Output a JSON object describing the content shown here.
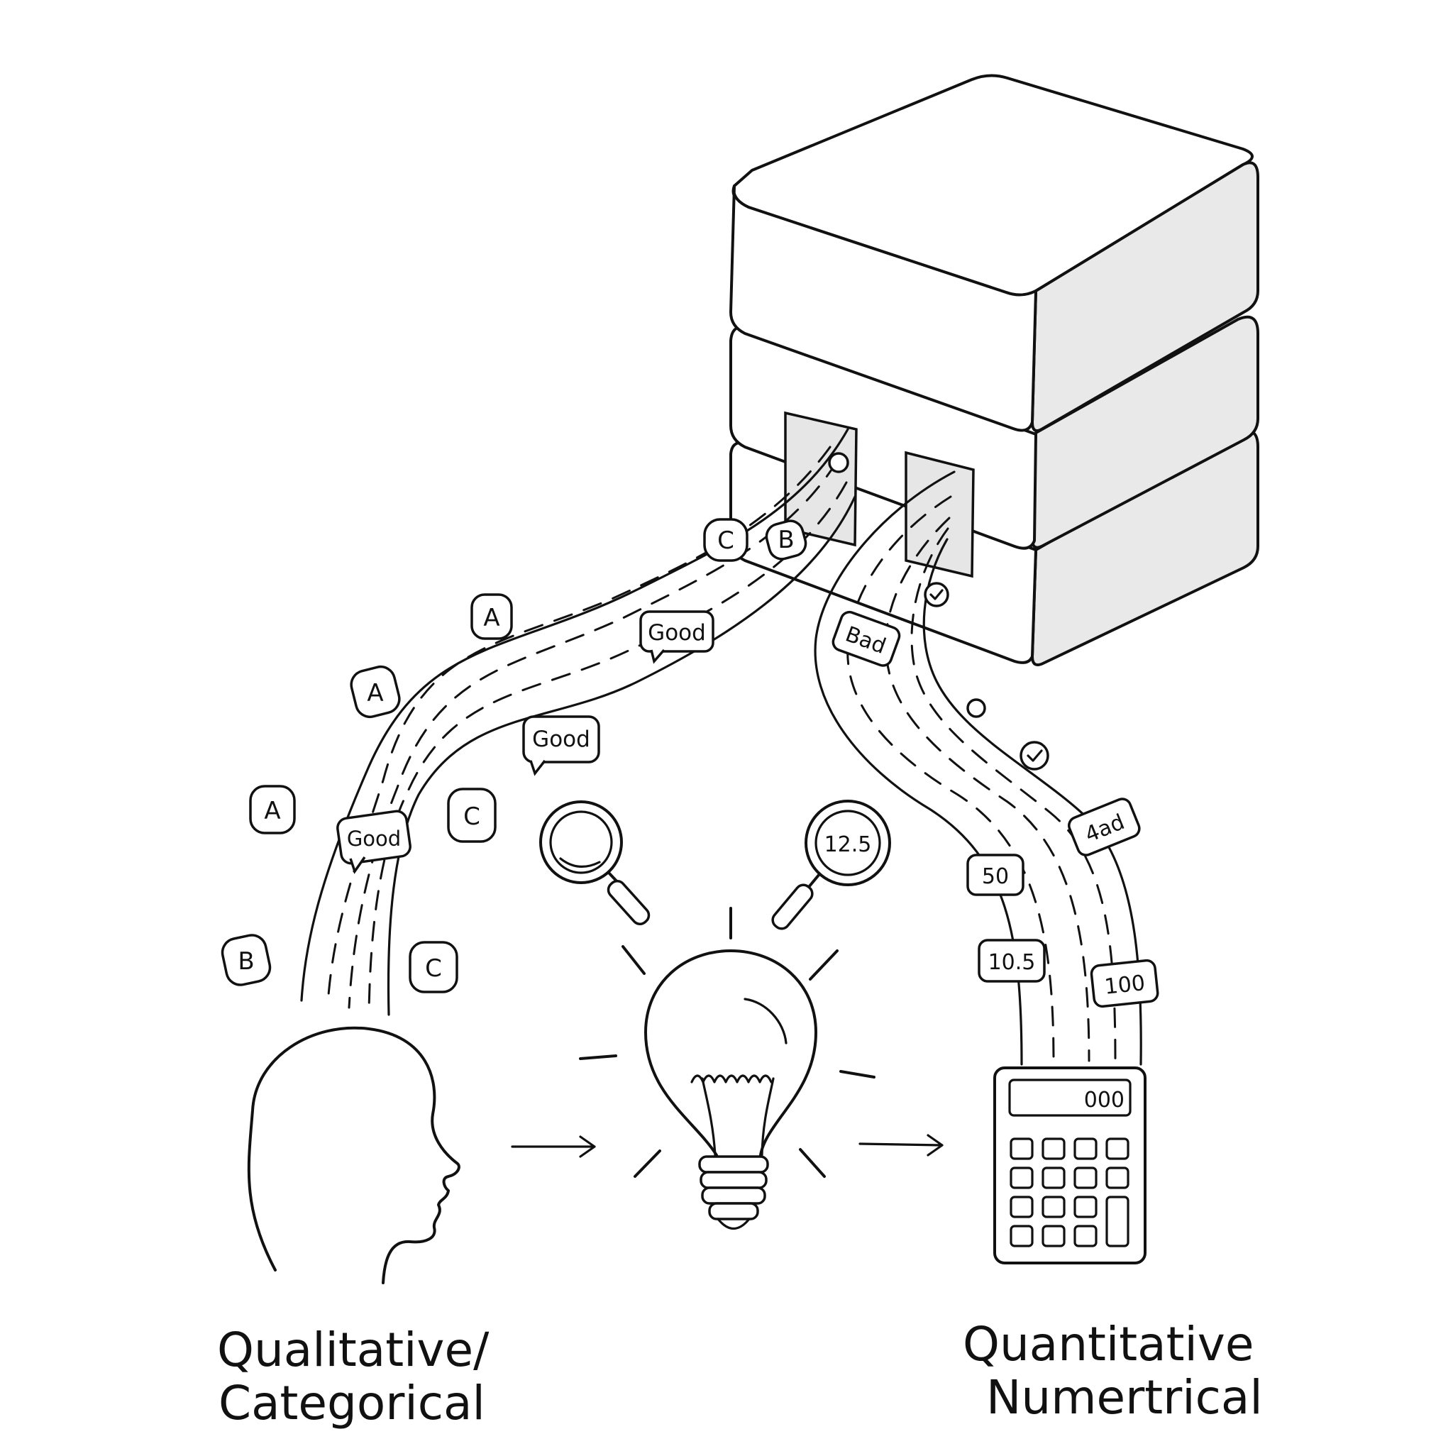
{
  "captions": {
    "left_line1": "Qualitative/",
    "left_line2": "Categorical",
    "right_line1": "Quantitative",
    "right_line2": "Numertrical"
  },
  "tags": {
    "a1": "A",
    "a2": "A",
    "a3": "A",
    "b1": "B",
    "b2": "B",
    "c1": "C",
    "c2": "C",
    "c3": "C",
    "good1": "Good",
    "good2": "Good",
    "good3": "Good",
    "bad": "Bad",
    "bad2": "4ad",
    "n50": "50",
    "n105": "10.5",
    "n100": "100"
  },
  "magnifier_value": "12.5",
  "calculator_display": "000",
  "icons": [
    "database-icon",
    "head-profile-icon",
    "lightbulb-icon",
    "calculator-icon",
    "magnifier-icon"
  ]
}
